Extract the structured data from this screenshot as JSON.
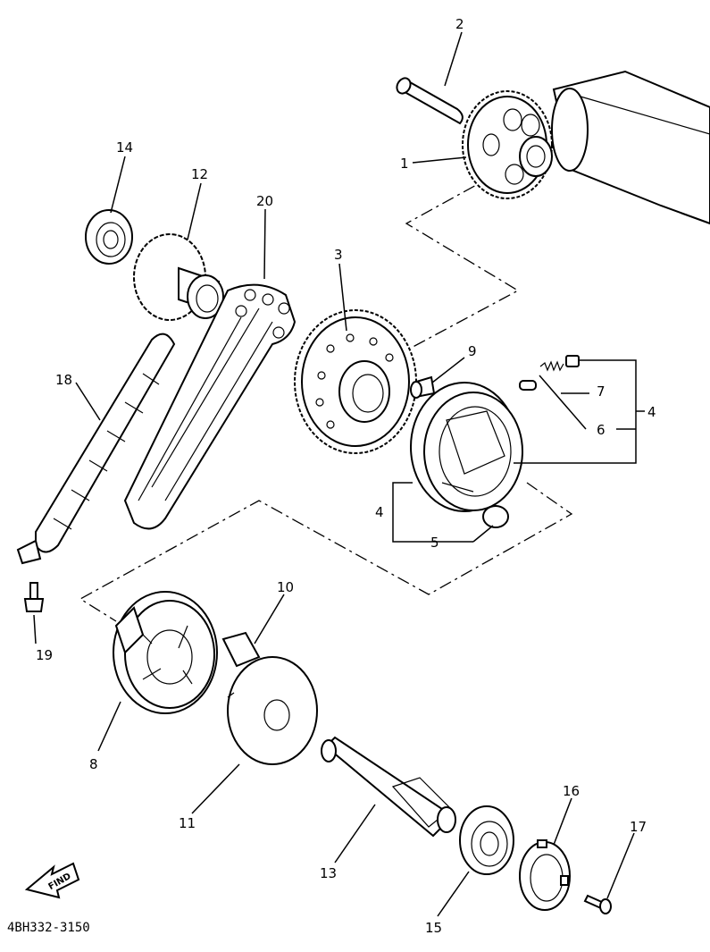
{
  "diagram": {
    "labels": {
      "p1": "1",
      "p2": "2",
      "p3": "3",
      "p4a": "4",
      "p4b": "4",
      "p5": "5",
      "p6": "6",
      "p7": "7",
      "p8": "8",
      "p9": "9",
      "p10": "10",
      "p11": "11",
      "p12": "12",
      "p13": "13",
      "p14": "14",
      "p15": "15",
      "p16": "16",
      "p17": "17",
      "p18": "18",
      "p19": "19",
      "p20": "20"
    },
    "find_badge": "FIND",
    "part_code": "4BH332-3150"
  }
}
